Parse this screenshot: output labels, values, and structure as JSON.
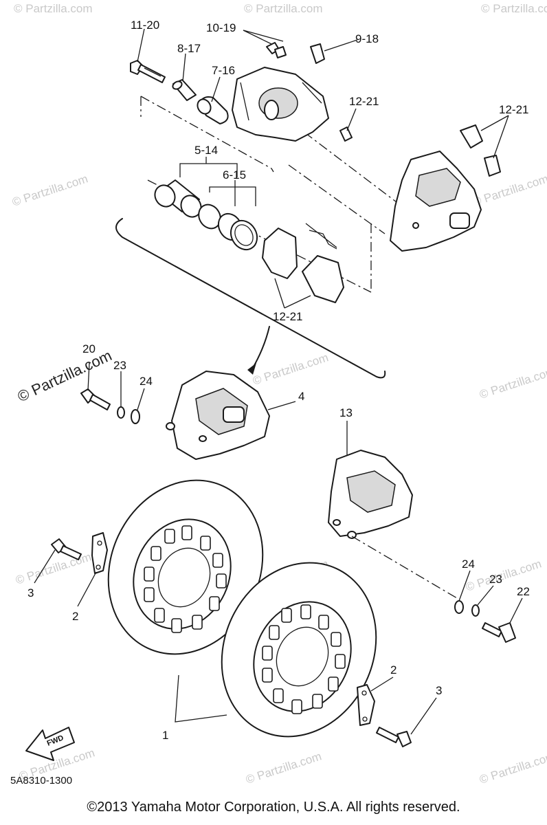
{
  "callouts": {
    "c11_20": "11-20",
    "c10_19": "10-19",
    "c9_18": "9-18",
    "c8_17": "8-17",
    "c7_16": "7-16",
    "c12_21_top": "12-21",
    "c12_21_right": "12-21",
    "c5_14": "5-14",
    "c6_15": "6-15",
    "c12_21_bottom": "12-21",
    "c20": "20",
    "c23_left": "23",
    "c24_left": "24",
    "c4": "4",
    "c13": "13",
    "c3_left": "3",
    "c2_left": "2",
    "c24_right": "24",
    "c23_right": "23",
    "c22": "22",
    "c2_right": "2",
    "c3_right": "3",
    "c1": "1"
  },
  "arrow_label": "FWD",
  "diagram_code": "5A8310-1300",
  "watermark": "© Partzilla.com",
  "copyright": "©2013  Yamaha Motor Corporation, U.S.A. All rights reserved."
}
